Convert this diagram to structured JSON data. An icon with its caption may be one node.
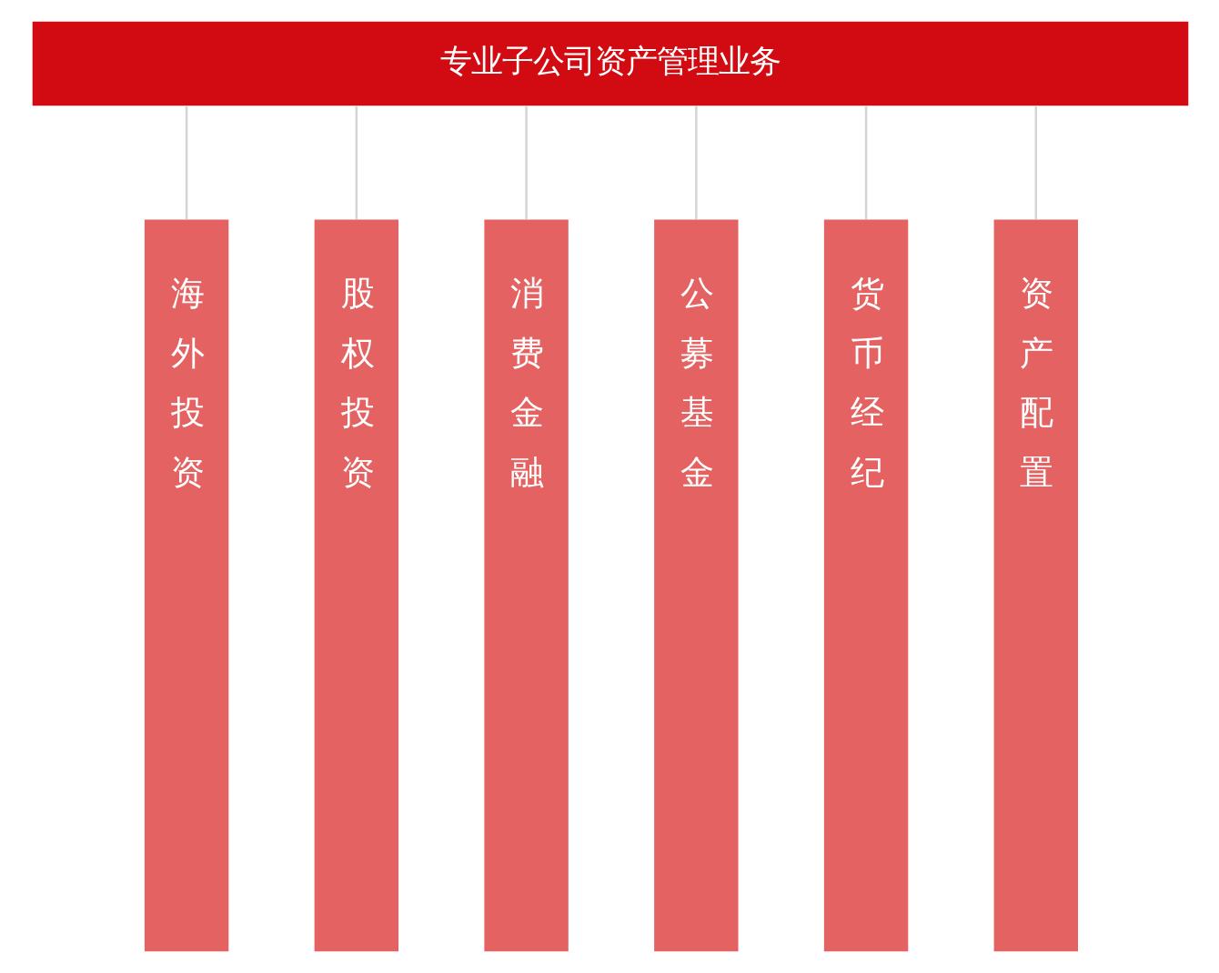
{
  "diagram": {
    "nodes": [
      {
        "text": [
          "专业子公司资产管理业务"
        ]
      },
      {
        "text": [
          "海外投资"
        ]
      },
      {
        "text": [
          "股权投资"
        ]
      },
      {
        "text": [
          "消费金融"
        ]
      },
      {
        "text": [
          "公募基金"
        ]
      },
      {
        "text": [
          "货币经纪"
        ]
      },
      {
        "text": [
          "资产配置"
        ]
      }
    ],
    "edges": [
      {
        "from": 0,
        "to": 1,
        "arrow": "none"
      },
      {
        "from": 0,
        "to": 2,
        "arrow": "none"
      },
      {
        "from": 0,
        "to": 3,
        "arrow": "none"
      },
      {
        "from": 0,
        "to": 4,
        "arrow": "none"
      },
      {
        "from": 0,
        "to": 5,
        "arrow": "none"
      },
      {
        "from": 0,
        "to": 6,
        "arrow": "none"
      }
    ]
  }
}
